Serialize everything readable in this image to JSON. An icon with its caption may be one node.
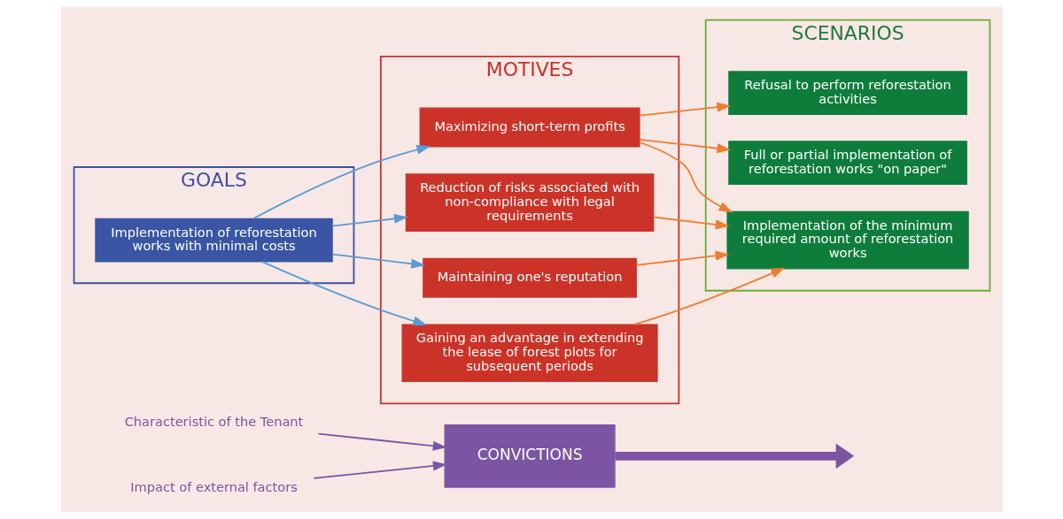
{
  "diagram": {
    "nodes": [
      {
        "text": [
          "CONVICTIONS"
        ]
      },
      {
        "text": [
          "Characteristic of the Tenant"
        ]
      },
      {
        "text": [
          "Impact of external factors"
        ]
      },
      {
        "text": [
          "GOALS"
        ]
      },
      {
        "text": [
          "Implementation of reforestation works with minimal costs"
        ],
        "in": 3
      },
      {
        "text": [
          "MOTIVES"
        ]
      },
      {
        "text": [
          "Maximizing short-term profits"
        ],
        "in": 5
      },
      {
        "text": [
          "Reduction of risks associated with non-compliance with legal requirements"
        ],
        "in": 5
      },
      {
        "text": [
          "Maintaining one's reputation"
        ],
        "in": 5
      },
      {
        "text": [
          "Gaining an advantage in extending the lease of forest plots for subsequent periods"
        ],
        "in": 5
      },
      {
        "text": [
          "SCENARIOS"
        ]
      },
      {
        "text": [
          "Refusal to perform reforestation activities"
        ],
        "in": 10
      },
      {
        "text": [
          "Full or partial implementation of reforestation works \"on paper\""
        ],
        "in": 10
      },
      {
        "text": [
          "Implementation of the minimum required amount of reforestation works"
        ],
        "in": 10
      }
    ],
    "edges": [
      {
        "from": 1,
        "to": 0,
        "arrow": "to",
        "color": "#7b55a3"
      },
      {
        "from": 2,
        "to": 0,
        "arrow": "to",
        "color": "#7b55a3"
      },
      {
        "from": 0,
        "to": null,
        "arrow": "to",
        "style": "thick",
        "color": "#7b55a3"
      },
      {
        "from": 4,
        "to": 6,
        "arrow": "to",
        "color": "#5b9bd5"
      },
      {
        "from": 4,
        "to": 7,
        "arrow": "to",
        "color": "#5b9bd5"
      },
      {
        "from": 4,
        "to": 8,
        "arrow": "to",
        "color": "#5b9bd5"
      },
      {
        "from": 4,
        "to": 9,
        "arrow": "to",
        "color": "#5b9bd5"
      },
      {
        "from": 6,
        "to": 11,
        "arrow": "to"
      },
      {
        "from": 6,
        "to": 12,
        "arrow": "to"
      },
      {
        "from": 6,
        "to": 13,
        "arrow": "to"
      },
      {
        "from": 7,
        "to": 13,
        "arrow": "to"
      },
      {
        "from": 8,
        "to": 13,
        "arrow": "to"
      },
      {
        "from": 9,
        "to": 13,
        "arrow": "to"
      }
    ]
  }
}
